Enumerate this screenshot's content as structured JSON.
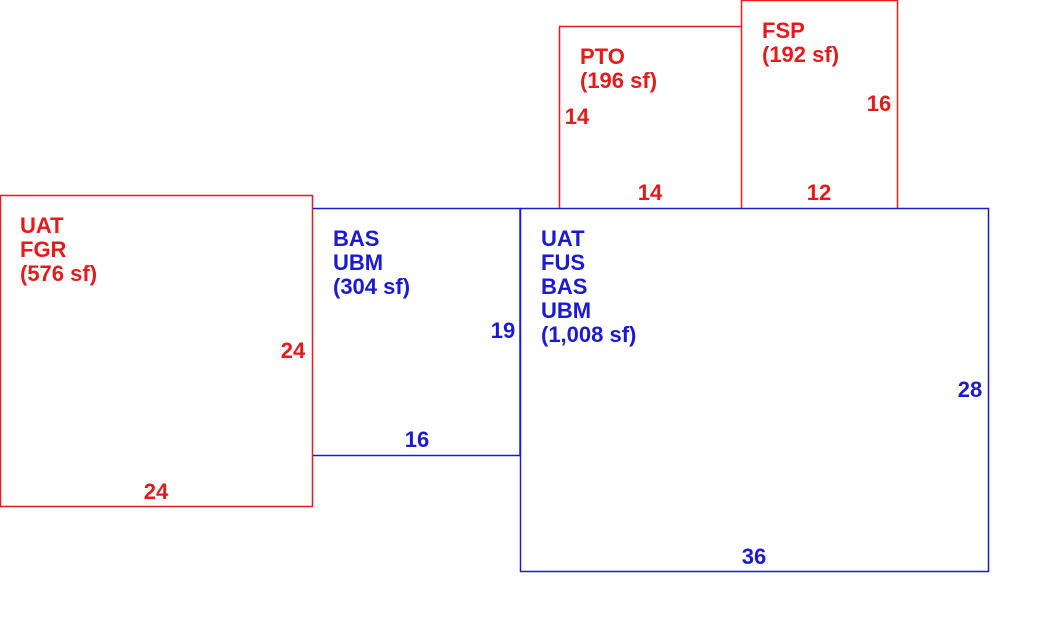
{
  "colors": {
    "red": "#e31b1b",
    "blue": "#1a1ad0"
  },
  "areas": {
    "garage": {
      "color": "red",
      "lines": [
        "UAT",
        "FGR",
        "(576 sf)"
      ],
      "dims": {
        "right": "24",
        "bottom": "24"
      }
    },
    "bas_left": {
      "color": "blue",
      "lines": [
        "BAS",
        "UBM",
        "(304 sf)"
      ],
      "dims": {
        "right": "19",
        "bottom": "16"
      }
    },
    "main": {
      "color": "blue",
      "lines": [
        "UAT",
        "FUS",
        "BAS",
        "UBM",
        "(1,008 sf)"
      ],
      "dims": {
        "right": "28",
        "bottom": "36"
      }
    },
    "patio": {
      "color": "red",
      "lines": [
        "PTO",
        "(196 sf)"
      ],
      "dims": {
        "left": "14",
        "bottom": "14"
      }
    },
    "porch": {
      "color": "red",
      "lines": [
        "FSP",
        "(192 sf)"
      ],
      "dims": {
        "right": "16",
        "bottom": "12"
      }
    }
  }
}
